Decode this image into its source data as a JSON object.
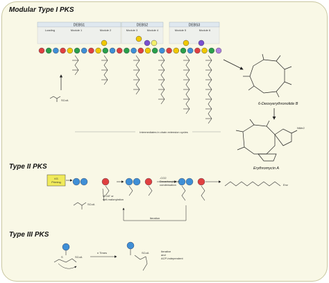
{
  "sections": {
    "type1": "Modular Type I PKS",
    "type2": "Type II PKS",
    "type3": "Type III PKS"
  },
  "deb": {
    "modules": [
      "DEBS1",
      "DEBS2",
      "DEBS3"
    ],
    "module_labels": [
      "Loading",
      "Module 1",
      "Module 2",
      "Module 3",
      "Module 4",
      "Module 5",
      "Module 6"
    ],
    "caption": "Intermediates in chain extension cycles",
    "starter": "SCoA",
    "product1": "6-Deoxyerythronolide B",
    "product2": "Erythromycin A",
    "nme2": "NMe2"
  },
  "type2": {
    "min_box": "KS\nPriming",
    "mcat_label": "MCAT or\nself-malonylation",
    "scoa": "SCoA",
    "co2_label": "-CO2\nDecarboxylative\ncondensation",
    "iteration": "Iteration",
    "enz": "Enz"
  },
  "type3": {
    "scoa": "SCoA",
    "ntimes": "n Times",
    "note": "Iterative\nand\nACP-independent"
  },
  "colors": {
    "panel_bg": "#f9f8e6",
    "ks": "#3f8fd6",
    "at": "#e04040",
    "acp": "#2aa04a",
    "kr": "#f0c800",
    "dh": "#7a4fd0",
    "er": "#f3ef6a",
    "te": "#b080e0"
  }
}
